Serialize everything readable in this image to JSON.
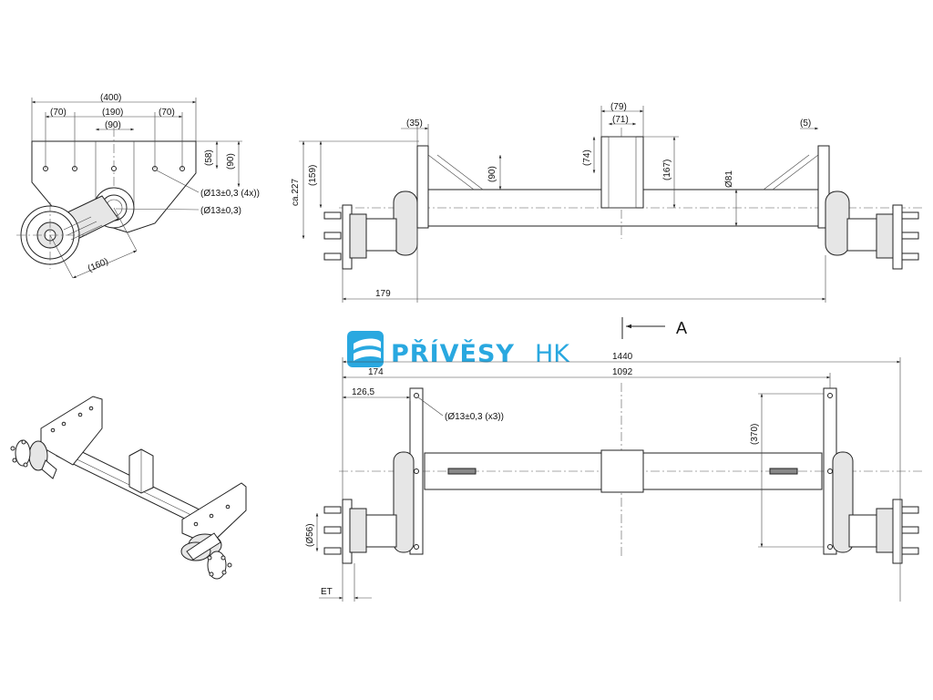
{
  "logo": {
    "brand": "PŘÍVĚSY",
    "suffix": "HK",
    "color": "#29a8e0"
  },
  "side_view": {
    "dims": {
      "overall": "(400)",
      "left": "(70)",
      "middle": "(190)",
      "right": "(70)",
      "inner": "(90)",
      "h58": "(58)",
      "h90": "(90)",
      "arm": "(160)"
    },
    "callouts": {
      "holes": "(Ø13±0,3 (4x))",
      "hole": "(Ø13±0,3)"
    }
  },
  "front_view": {
    "dims": {
      "h227": "ca.227",
      "h159": "(159)",
      "w35": "(35)",
      "h90": "(90)",
      "w79": "(79)",
      "w71": "(71)",
      "h74": "(74)",
      "h167": "(167)",
      "d81": "Ø81",
      "w5": "(5)",
      "offset": "179"
    },
    "view_label": "A"
  },
  "top_view": {
    "dims": {
      "overall": "1440",
      "inner": "1092",
      "offset": "174",
      "bracket": "126,5",
      "h370": "(370)",
      "d56": "(Ø56)",
      "et": "ET"
    },
    "callouts": {
      "holes": "(Ø13±0,3 (x3))"
    }
  }
}
